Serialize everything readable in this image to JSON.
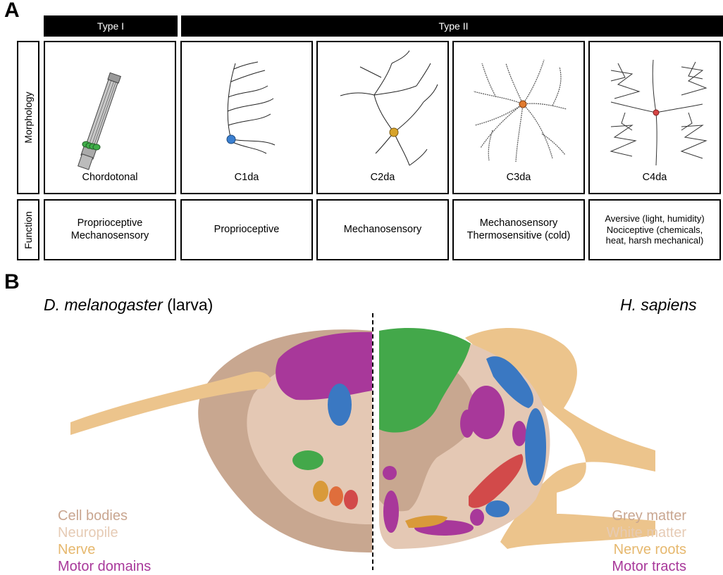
{
  "panel_a": {
    "letter": "A",
    "type_i_label": "Type I",
    "type_ii_label": "Type II",
    "morphology_label": "Morphology",
    "function_label": "Function",
    "neurons": [
      {
        "name": "Chordotonal",
        "function": "Proprioceptive\nMechanosensory",
        "soma_color": "#3fae49"
      },
      {
        "name": "C1da",
        "function": "Proprioceptive",
        "soma_color": "#3a7fd0"
      },
      {
        "name": "C2da",
        "function": "Mechanosensory",
        "soma_color": "#d7a32a"
      },
      {
        "name": "C3da",
        "function": "Mechanosensory\nThermosensitive (cold)",
        "soma_color": "#e07a2e"
      },
      {
        "name": "C4da",
        "function": "Aversive (light, humidity)\nNociceptive (chemicals,\nheat, harsh mechanical)",
        "soma_color": "#d64545"
      }
    ]
  },
  "panel_b": {
    "letter": "B",
    "left_species_italic": "D. melanogaster",
    "left_species_suffix": " (larva)",
    "right_species": "H. sapiens",
    "left_legend": [
      {
        "label": "Cell bodies",
        "color": "#c9a690"
      },
      {
        "label": "Neuropile",
        "color": "#e6cbb5"
      },
      {
        "label": "Nerve",
        "color": "#e6b86e"
      },
      {
        "label": "Motor domains",
        "color": "#a8389a"
      }
    ],
    "right_legend": [
      {
        "label": "Grey matter",
        "color": "#c9a690"
      },
      {
        "label": "White matter",
        "color": "#e6cbb5"
      },
      {
        "label": "Nerve roots",
        "color": "#e6b86e"
      },
      {
        "label": "Motor tracts",
        "color": "#a8389a"
      }
    ],
    "region_colors": {
      "cell_bodies": "#c8a790",
      "neuropile": "#e4c8b4",
      "nerve": "#ecc48c",
      "motor": "#a8389a",
      "blue": "#3a78c2",
      "green": "#43a84a",
      "orange": "#d99a3a",
      "orange2": "#df6e3c",
      "red": "#d24a4a"
    }
  }
}
